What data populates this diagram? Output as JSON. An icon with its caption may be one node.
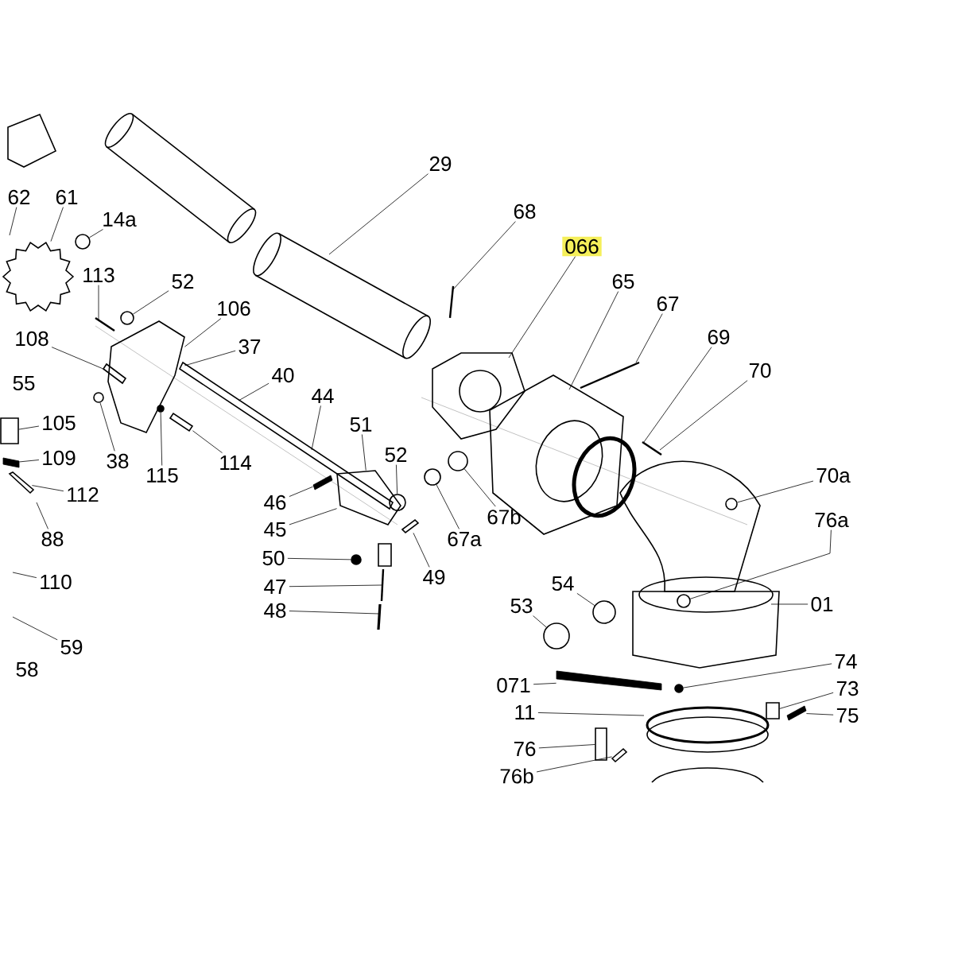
{
  "diagram": {
    "nodes": [
      {
        "text": [
          "29"
        ]
      },
      {
        "text": [
          "68"
        ]
      },
      {
        "text": [
          "62"
        ]
      },
      {
        "text": [
          "61"
        ]
      },
      {
        "text": [
          "14a"
        ]
      },
      {
        "text": [
          "066"
        ]
      },
      {
        "text": [
          "113"
        ]
      },
      {
        "text": [
          "52"
        ]
      },
      {
        "text": [
          "65"
        ]
      },
      {
        "text": [
          "67"
        ]
      },
      {
        "text": [
          "106"
        ]
      },
      {
        "text": [
          "69"
        ]
      },
      {
        "text": [
          "108"
        ]
      },
      {
        "text": [
          "37"
        ]
      },
      {
        "text": [
          "70"
        ]
      },
      {
        "text": [
          "40"
        ]
      },
      {
        "text": [
          "55"
        ]
      },
      {
        "text": [
          "44"
        ]
      },
      {
        "text": [
          "105"
        ]
      },
      {
        "text": [
          "51"
        ]
      },
      {
        "text": [
          "52"
        ]
      },
      {
        "text": [
          "109"
        ]
      },
      {
        "text": [
          "38"
        ]
      },
      {
        "text": [
          "114"
        ]
      },
      {
        "text": [
          "115"
        ]
      },
      {
        "text": [
          "70a"
        ]
      },
      {
        "text": [
          "112"
        ]
      },
      {
        "text": [
          "46"
        ]
      },
      {
        "text": [
          "67b"
        ]
      },
      {
        "text": [
          "76a"
        ]
      },
      {
        "text": [
          "45"
        ]
      },
      {
        "text": [
          "67a"
        ]
      },
      {
        "text": [
          "88"
        ]
      },
      {
        "text": [
          "50"
        ]
      },
      {
        "text": [
          "49"
        ]
      },
      {
        "text": [
          "110"
        ]
      },
      {
        "text": [
          "54"
        ]
      },
      {
        "text": [
          "47"
        ]
      },
      {
        "text": [
          "01"
        ]
      },
      {
        "text": [
          "53"
        ]
      },
      {
        "text": [
          "48"
        ]
      },
      {
        "text": [
          "59"
        ]
      },
      {
        "text": [
          "74"
        ]
      },
      {
        "text": [
          "58"
        ]
      },
      {
        "text": [
          "071"
        ]
      },
      {
        "text": [
          "73"
        ]
      },
      {
        "text": [
          "11"
        ]
      },
      {
        "text": [
          "75"
        ]
      },
      {
        "text": [
          "76"
        ]
      },
      {
        "text": [
          "76b"
        ]
      },
      {
        "text": [],
        "shape": "picture"
      },
      {
        "text": [],
        "shape": "circle"
      },
      {
        "text": [],
        "shape": "circle"
      },
      {
        "text": [],
        "shape": "picture"
      },
      {
        "text": [],
        "shape": "circle"
      },
      {
        "text": [],
        "shape": "box"
      },
      {
        "text": [],
        "shape": "dot"
      },
      {
        "text": [],
        "shape": "picture"
      },
      {
        "text": [],
        "shape": "picture"
      },
      {
        "text": [],
        "shape": "circle"
      },
      {
        "text": [],
        "shape": "circle"
      },
      {
        "text": [],
        "shape": "circle"
      },
      {
        "text": [],
        "shape": "circle"
      },
      {
        "text": [],
        "shape": "dot"
      },
      {
        "text": [],
        "shape": "circle"
      },
      {
        "text": [],
        "shape": "circle"
      },
      {
        "text": [],
        "shape": "dot"
      },
      {
        "text": [],
        "shape": "bar"
      },
      {
        "text": [],
        "shape": "picture"
      },
      {
        "text": [],
        "shape": "picture"
      },
      {
        "text": [],
        "shape": "bar"
      },
      {
        "text": [],
        "shape": "picture"
      },
      {
        "text": [],
        "shape": "picture"
      },
      {
        "text": [],
        "shape": "bar"
      },
      {
        "text": [],
        "shape": "bar"
      },
      {
        "text": [],
        "shape": "box"
      },
      {
        "text": [],
        "shape": "bar"
      },
      {
        "text": [],
        "shape": "picture"
      },
      {
        "text": [],
        "shape": "circle"
      }
    ],
    "edges": [
      {
        "from": 0,
        "to": null,
        "arrow": "none"
      },
      {
        "from": 1,
        "to": null,
        "arrow": "none"
      },
      {
        "from": 2,
        "to": null,
        "arrow": "none"
      },
      {
        "from": 3,
        "to": 50,
        "arrow": "none"
      },
      {
        "from": 4,
        "to": 51,
        "arrow": "none"
      },
      {
        "from": 5,
        "to": null,
        "arrow": "none"
      },
      {
        "from": 6,
        "to": null,
        "arrow": "none"
      },
      {
        "from": 7,
        "to": 52,
        "arrow": "none"
      },
      {
        "from": 8,
        "to": null,
        "arrow": "none"
      },
      {
        "from": 9,
        "to": null,
        "arrow": "none"
      },
      {
        "from": 10,
        "to": 53,
        "arrow": "none"
      },
      {
        "from": 11,
        "to": null,
        "arrow": "none"
      },
      {
        "from": 12,
        "to": 68,
        "arrow": "none"
      },
      {
        "from": 13,
        "to": 53,
        "arrow": "none"
      },
      {
        "from": 14,
        "to": null,
        "arrow": "none"
      },
      {
        "from": 15,
        "to": 77,
        "arrow": "none"
      },
      {
        "from": 17,
        "to": 77,
        "arrow": "none"
      },
      {
        "from": 18,
        "to": 55,
        "arrow": "none"
      },
      {
        "from": 19,
        "to": 58,
        "arrow": "none"
      },
      {
        "from": 20,
        "to": 59,
        "arrow": "none"
      },
      {
        "from": 21,
        "to": 73,
        "arrow": "none"
      },
      {
        "from": 22,
        "to": 54,
        "arrow": "none"
      },
      {
        "from": 23,
        "to": 69,
        "arrow": "none"
      },
      {
        "from": 24,
        "to": 56,
        "arrow": "none"
      },
      {
        "from": 25,
        "to": 78,
        "arrow": "none"
      },
      {
        "from": 26,
        "to": 57,
        "arrow": "none"
      },
      {
        "from": 27,
        "to": 70,
        "arrow": "none"
      },
      {
        "from": 28,
        "to": 60,
        "arrow": "none"
      },
      {
        "from": 29,
        "to": 62,
        "arrow": "none"
      },
      {
        "from": 30,
        "to": 58,
        "arrow": "none"
      },
      {
        "from": 31,
        "to": 61,
        "arrow": "none"
      },
      {
        "from": 32,
        "to": null,
        "arrow": "none"
      },
      {
        "from": 33,
        "to": 63,
        "arrow": "none"
      },
      {
        "from": 34,
        "to": 72,
        "arrow": "none"
      },
      {
        "from": 35,
        "to": null,
        "arrow": "none"
      },
      {
        "from": 36,
        "to": 64,
        "arrow": "none"
      },
      {
        "from": 37,
        "to": null,
        "arrow": "none"
      },
      {
        "from": 38,
        "to": null,
        "arrow": "none"
      },
      {
        "from": 39,
        "to": 65,
        "arrow": "none"
      },
      {
        "from": 40,
        "to": null,
        "arrow": "none"
      },
      {
        "from": 41,
        "to": null,
        "arrow": "none"
      },
      {
        "from": 42,
        "to": 66,
        "arrow": "none"
      },
      {
        "from": 44,
        "to": 74,
        "arrow": "none"
      },
      {
        "from": 45,
        "to": 75,
        "arrow": "none"
      },
      {
        "from": 46,
        "to": null,
        "arrow": "none"
      },
      {
        "from": 47,
        "to": 76,
        "arrow": "none"
      },
      {
        "from": 48,
        "to": 67,
        "arrow": "none"
      },
      {
        "from": 49,
        "to": 71,
        "arrow": "none"
      }
    ]
  }
}
